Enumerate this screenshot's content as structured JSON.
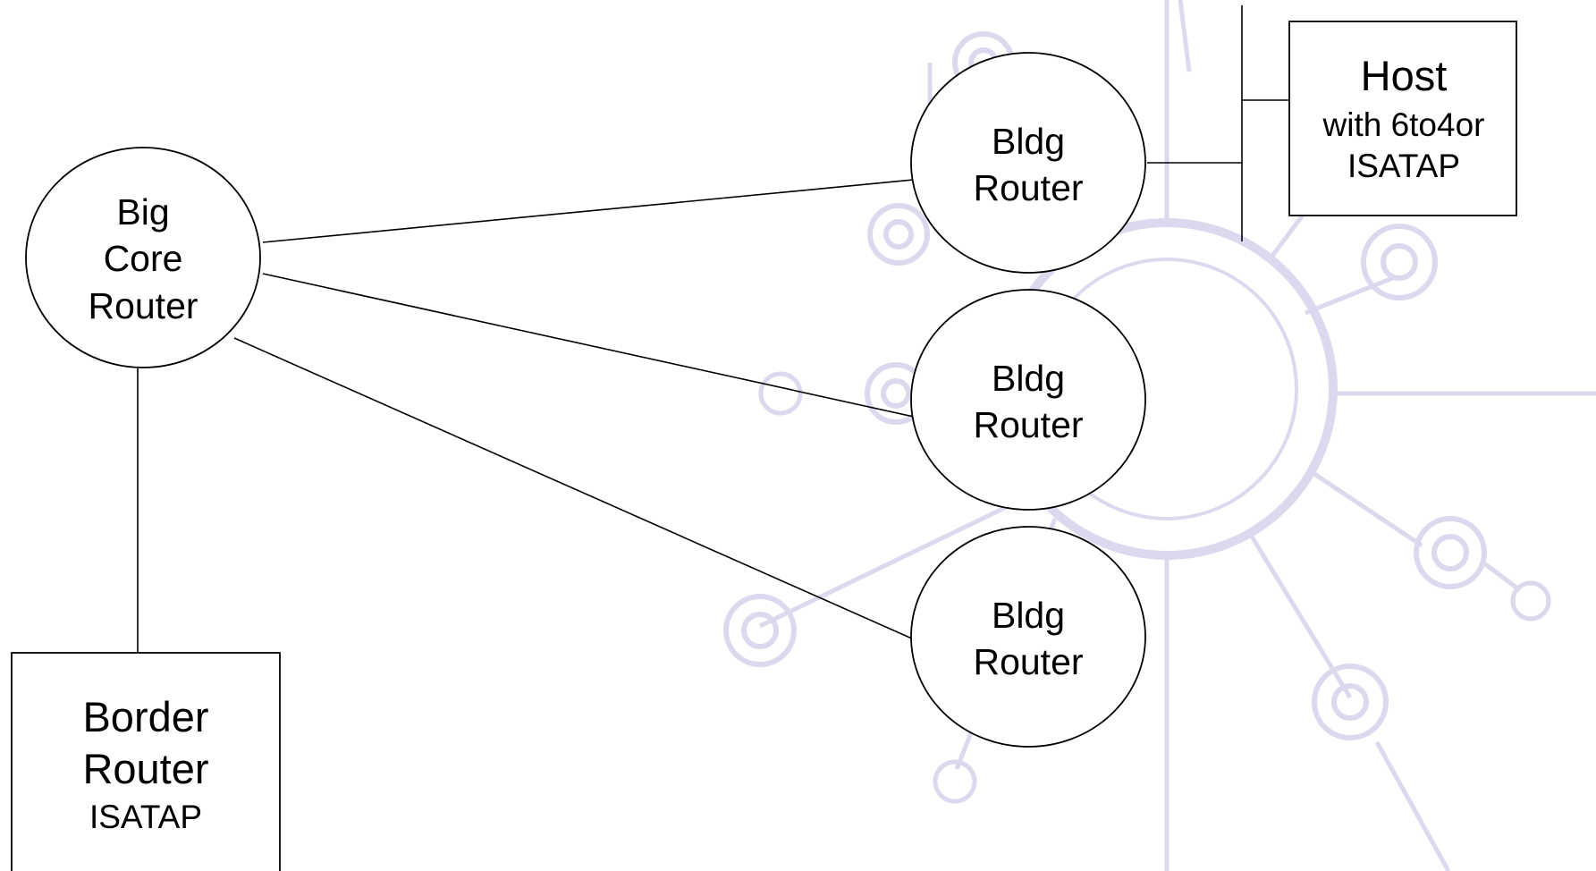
{
  "diagram": {
    "nodes": {
      "core": {
        "lines": [
          "Big",
          "Core",
          "Router"
        ]
      },
      "bldg1": {
        "lines": [
          "Bldg",
          "Router"
        ]
      },
      "bldg2": {
        "lines": [
          "Bldg",
          "Router"
        ]
      },
      "bldg3": {
        "lines": [
          "Bldg",
          "Router"
        ]
      },
      "host": {
        "title": "Host",
        "sub1": "with 6to4or",
        "sub2": "ISATAP"
      },
      "border": {
        "line1": "Border",
        "line2": "Router",
        "sub": "ISATAP"
      }
    },
    "edges": [
      {
        "from": "core",
        "to": "bldg1"
      },
      {
        "from": "core",
        "to": "bldg2"
      },
      {
        "from": "core",
        "to": "bldg3"
      },
      {
        "from": "core",
        "to": "border"
      },
      {
        "from": "bldg1",
        "to": "segment"
      },
      {
        "from": "segment",
        "to": "host"
      }
    ]
  },
  "colors": {
    "stroke": "#000000",
    "watermark": "#dcd9ef",
    "background": "#ffffff"
  },
  "watermark_icon": "ipv6-network-hub-watermark"
}
